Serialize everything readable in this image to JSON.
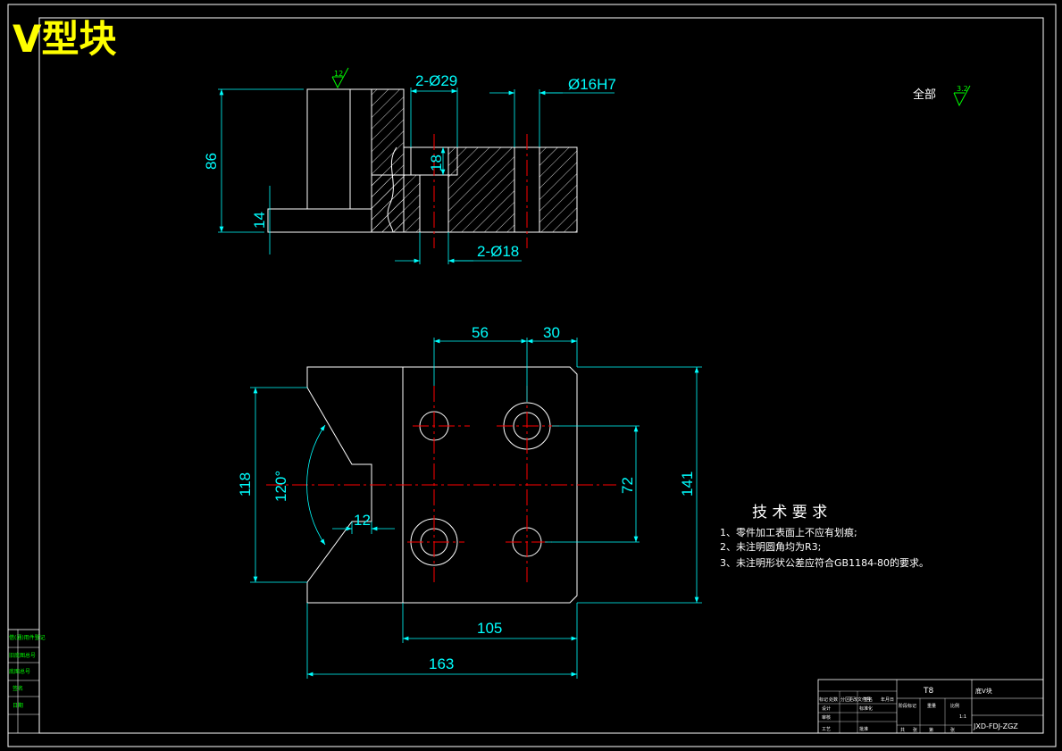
{
  "title": "V型块",
  "surface_note": {
    "label": "全部",
    "symbol_value": "3.2"
  },
  "top_view": {
    "roughness_value": "12",
    "dims": {
      "holes_29": "2-Ø29",
      "bore": "Ø16H7",
      "height": "86",
      "depth": "18",
      "base": "14",
      "holes_18": "2-Ø18"
    }
  },
  "front_view": {
    "dims": {
      "d56": "56",
      "d30": "30",
      "d118": "118",
      "angle": "120°",
      "d12": "12",
      "d72": "72",
      "d141": "141",
      "d105": "105",
      "d163": "163"
    }
  },
  "requirements": {
    "heading": "技 术 要 求",
    "items": [
      "1、零件加工表面上不应有划痕;",
      "2、未注明圆角均为R3;",
      "3、未注明形状公差应符合GB1184-80的要求。"
    ]
  },
  "title_block": {
    "material": "T8",
    "part_name": "底V块",
    "drawing_no": "JXD-FDJ-ZGZ",
    "labels": [
      "标记",
      "处数",
      "分区",
      "更改文件号",
      "签名",
      "年月日",
      "设计",
      "标准化",
      "审核",
      "工艺",
      "批准",
      "阶段标记",
      "重量",
      "比例",
      "共",
      "张",
      "第",
      "张"
    ],
    "scale": "1:1"
  },
  "side_block": [
    "借(通)用件登记",
    "旧底图总号",
    "底图总号",
    "签名",
    "日期"
  ],
  "colors": {
    "outline": "#ffffff",
    "dimension": "#00ffff",
    "centerline": "#ff0000",
    "title": "#ffff00",
    "roughness": "#00ff00"
  }
}
